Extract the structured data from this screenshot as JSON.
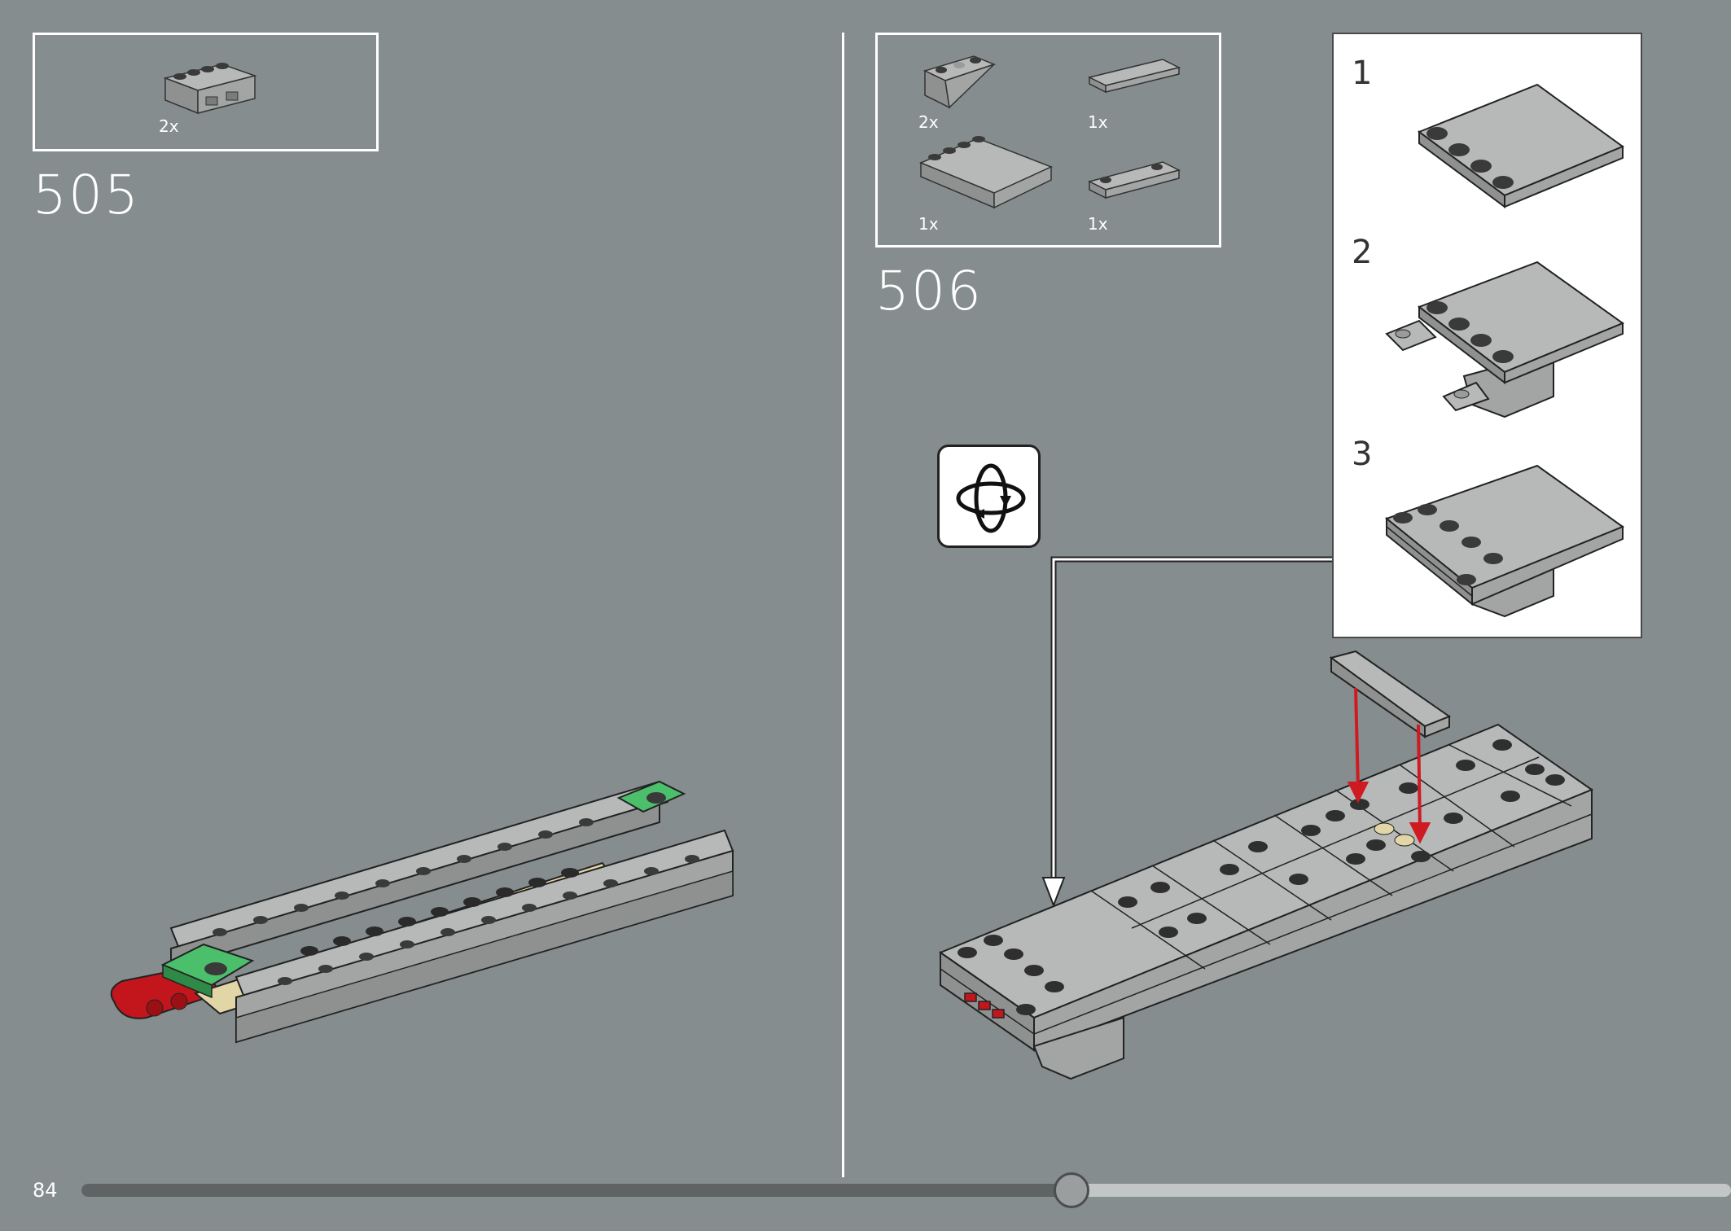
{
  "left_step": {
    "number": "505",
    "parts": [
      {
        "qty": "2x",
        "icon": "brick-1x4-with-side-studs-icon"
      }
    ]
  },
  "right_step": {
    "number": "506",
    "parts": [
      {
        "qty": "2x",
        "icon": "slope-inverted-1x2-icon"
      },
      {
        "qty": "1x",
        "icon": "tile-1x4-icon"
      },
      {
        "qty": "1x",
        "icon": "plate-4x4-with-studs-icon"
      },
      {
        "qty": "1x",
        "icon": "plate-1x4-with-2-studs-icon"
      }
    ],
    "subassembly": {
      "steps": [
        {
          "number": "1"
        },
        {
          "number": "2"
        },
        {
          "number": "3"
        }
      ]
    },
    "rotate_icon": "rotate-model-icon"
  },
  "footer": {
    "page_number": "84",
    "progress": 0.6
  },
  "colors": {
    "background": "#858d8e",
    "brick_gray": "#a3a5a4",
    "brick_dark": "#6e7070",
    "green": "#4bbf6b",
    "red": "#c3161c",
    "tan": "#e2d5a6",
    "arrow_red": "#d01a22"
  }
}
